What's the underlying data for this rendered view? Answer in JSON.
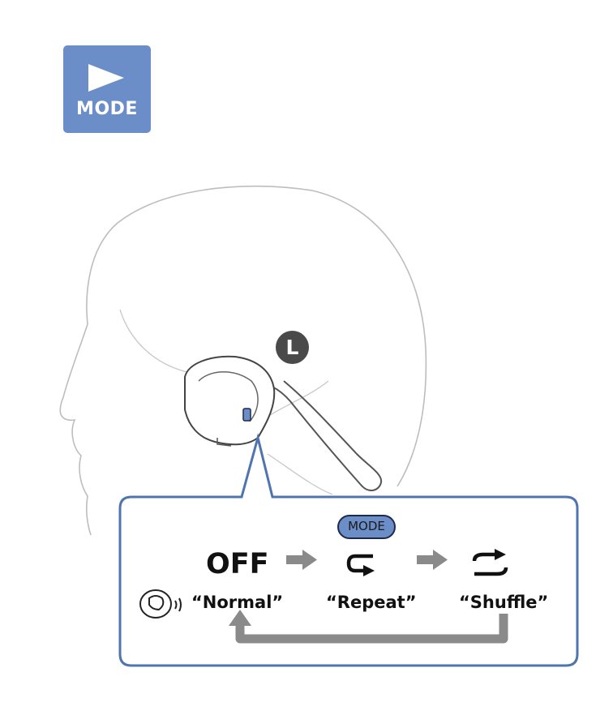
{
  "mode_badge": {
    "label": "MODE",
    "icon": "play-triangle-icon",
    "color": "#6b8ec9"
  },
  "side_marker": "L",
  "panel": {
    "border_color": "#4f74b0",
    "mode_button_label": "MODE",
    "states": [
      {
        "main": "OFF",
        "caption": "“Normal”"
      },
      {
        "icon": "repeat-icon",
        "caption": "“Repeat”"
      },
      {
        "icon": "shuffle-icon",
        "caption": "“Shuffle”"
      }
    ],
    "flow_icons": [
      "right-arrow-icon",
      "right-arrow-icon",
      "return-loop-arrow-icon"
    ],
    "headset_icon": "headset-sound-icon"
  }
}
